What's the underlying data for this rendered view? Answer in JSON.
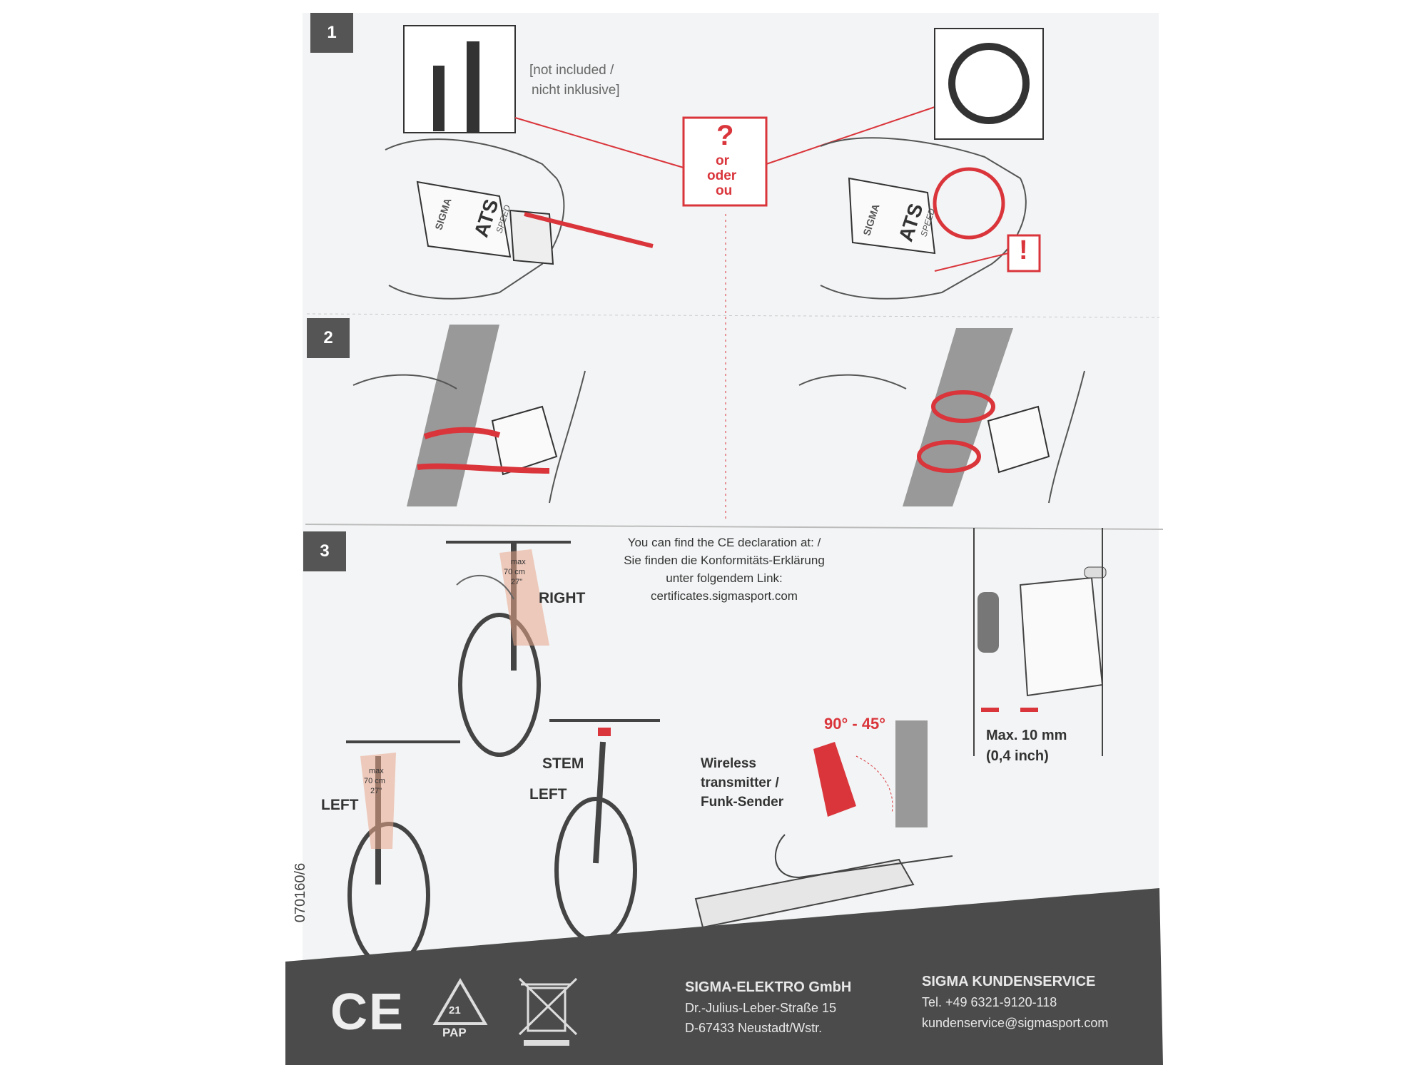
{
  "steps": [
    "1",
    "2",
    "3"
  ],
  "step1": {
    "note_line1": "[not included /",
    "note_line2": "nicht inklusive]",
    "question": "?",
    "or_lines": [
      "or",
      "oder",
      "ou"
    ],
    "warning": "!",
    "brand": "SIGMA",
    "product": "ATS",
    "product_sub": "SPEED"
  },
  "step3": {
    "ce_lines": [
      "You can find the CE declaration at: /",
      "Sie finden die Konformitäts-Erklärung",
      "unter folgendem Link:",
      "certificates.sigmasport.com"
    ],
    "max_lines": [
      "max",
      "70 cm",
      "27\""
    ],
    "right_label": "RIGHT",
    "left_label": "LEFT",
    "stem_label": "STEM",
    "stem_left_label": "LEFT",
    "angle_label": "90° - 45°",
    "wireless_lines": [
      "Wireless",
      "transmitter /",
      "Funk-Sender"
    ],
    "max_distance_lines": [
      "Max. 10 mm",
      "(0,4 inch)"
    ],
    "doc_code": "070160/6"
  },
  "footer": {
    "ce_mark": "CE",
    "recycle_code": "21",
    "recycle_label": "PAP",
    "company_name": "SIGMA-ELEKTRO GmbH",
    "company_street": "Dr.-Julius-Leber-Straße 15",
    "company_city": "D-67433 Neustadt/Wstr.",
    "service_name": "SIGMA KUNDENSERVICE",
    "service_phone": "Tel. +49 6321-9120-118",
    "service_email": "kundenservice@sigmasport.com"
  },
  "colors": {
    "accent": "#d9353b",
    "dark": "#4a4b4a",
    "paper": "#f3f4f5"
  }
}
